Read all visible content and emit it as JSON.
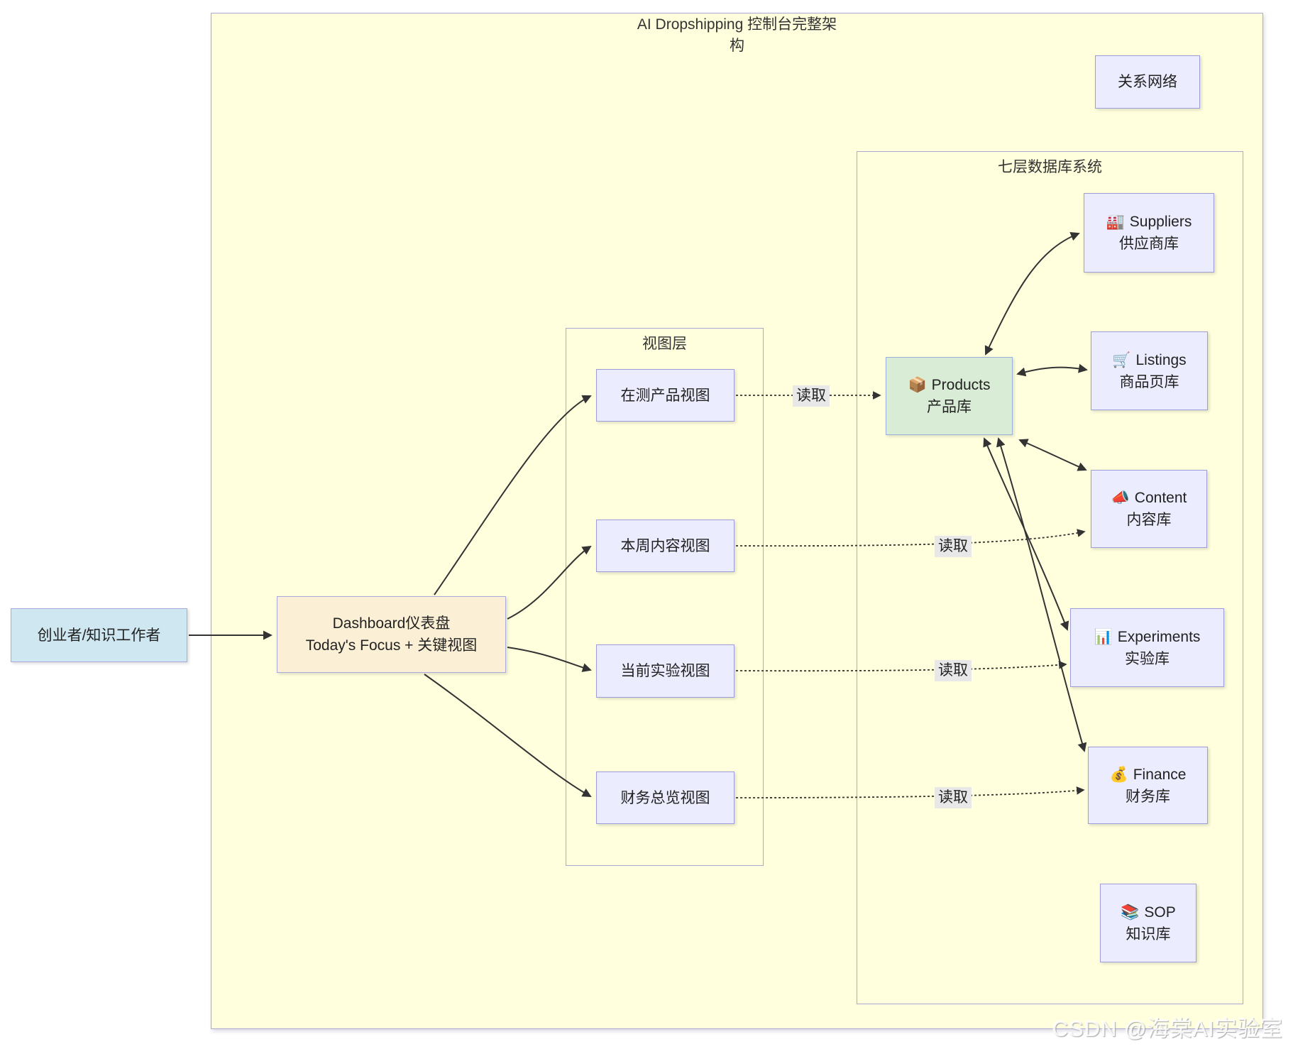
{
  "page": {
    "title_line1": "AI Dropshipping 控制台完整架",
    "title_line2": "构",
    "watermark": "CSDN @海棠AI实验室"
  },
  "containers": {
    "database_system": {
      "label": "七层数据库系统"
    },
    "view_layer": {
      "label": "视图层"
    }
  },
  "nodes": {
    "user": {
      "label": "创业者/知识工作者"
    },
    "dashboard": {
      "line1": "Dashboard仪表盘",
      "line2": "Today's Focus + 关键视图"
    },
    "relationship_network": {
      "label": "关系网络"
    }
  },
  "views": [
    {
      "label": "在测产品视图"
    },
    {
      "label": "本周内容视图"
    },
    {
      "label": "当前实验视图"
    },
    {
      "label": "财务总览视图"
    }
  ],
  "databases": [
    {
      "icon": "🏭",
      "name": "Suppliers",
      "cn": "供应商库"
    },
    {
      "icon": "🛒",
      "name": "Listings",
      "cn": "商品页库"
    },
    {
      "icon": "📦",
      "name": "Products",
      "cn": "产品库"
    },
    {
      "icon": "📣",
      "name": "Content",
      "cn": "内容库"
    },
    {
      "icon": "📊",
      "name": "Experiments",
      "cn": "实验库"
    },
    {
      "icon": "💰",
      "name": "Finance",
      "cn": "财务库"
    },
    {
      "icon": "📚",
      "name": "SOP",
      "cn": "知识库"
    }
  ],
  "edge_labels": [
    "读取",
    "读取",
    "读取",
    "读取"
  ],
  "colors": {
    "canvas": "#ffffde",
    "node_default": "#ECECFF",
    "node_products": "#d9ecd5",
    "node_dashboard": "#fbf0d5",
    "node_user": "#cfe7f1",
    "border": "#9d9dde",
    "arrow": "#333333",
    "edge_label_bg": "#e8e8e8"
  }
}
